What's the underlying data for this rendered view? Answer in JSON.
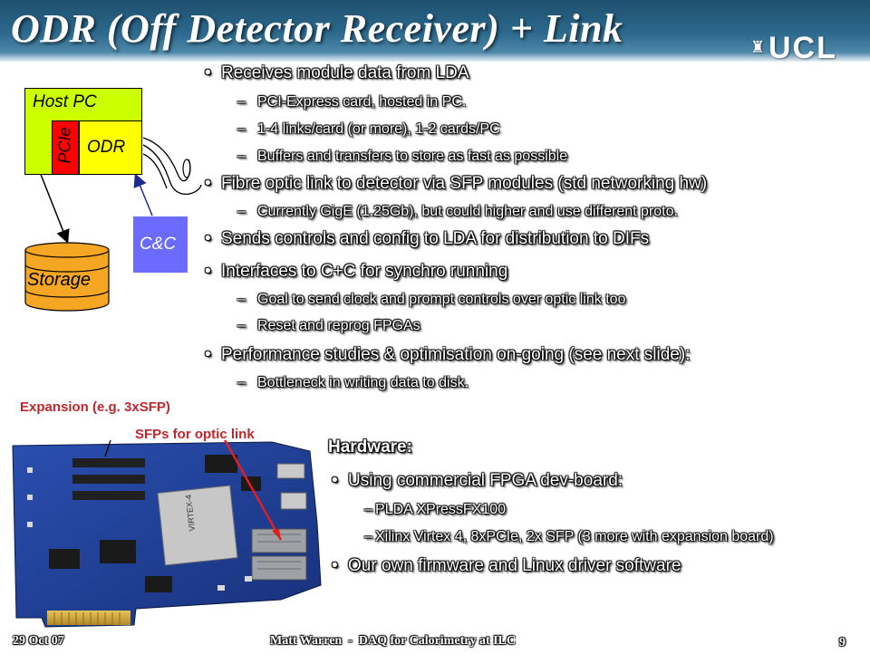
{
  "title": "ODR  (Off Detector Receiver) + Link",
  "logo": {
    "text": "UCL",
    "crest": "♜"
  },
  "diagram": {
    "host_pc": "Host PC",
    "pcie": "PCIe",
    "odr": "ODR",
    "cc": "C&C",
    "storage": "Storage"
  },
  "bullets": [
    {
      "level": 1,
      "text": "Receives module data from LDA"
    },
    {
      "level": 2,
      "text": "PCI-Express card, hosted in PC."
    },
    {
      "level": 2,
      "text": "1-4 links/card (or more), 1-2 cards/PC"
    },
    {
      "level": 2,
      "text": "Buffers and transfers to store as fast as possible"
    },
    {
      "level": 1,
      "text": "Fibre optic link to detector via SFP modules (std networking hw)"
    },
    {
      "level": 2,
      "text": "Currently GigE (1.25Gb), but could higher and use different proto."
    },
    {
      "level": 1,
      "text": "Sends controls and config to LDA for distribution to DIFs"
    },
    {
      "level": 1,
      "text": "Interfaces to C+C for synchro running"
    },
    {
      "level": 2,
      "text": "Goal to send clock and prompt controls over optic link too"
    },
    {
      "level": 2,
      "text": "Reset and reprog FPGAs"
    },
    {
      "level": 1,
      "text": "Performance studies & optimisation on-going (see next slide):"
    },
    {
      "level": 2,
      "text": "Bottleneck in writing data to disk."
    }
  ],
  "hardware": {
    "heading": "Hardware:",
    "b1": "Using commercial FPGA dev-board:",
    "b2a": "PLDA XPressFX100",
    "b2b": "Xilinx Virtex 4, 8xPCIe, 2x SFP (3 more with expansion board)",
    "b3": "Our own firmware and Linux driver software"
  },
  "labels": {
    "expansion": "Expansion (e.g. 3xSFP)",
    "sfps": "SFPs for optic link"
  },
  "footer": {
    "date": "29 Oct 07",
    "center": "Matt Warren  -  DAQ for Calorimetry at ILC",
    "page": "9"
  },
  "colors": {
    "banner": "#2c6a8e",
    "host_pc": "#ccff00",
    "pcie": "#ff0000",
    "odr": "#ffff00",
    "cc": "#6b6bff",
    "storage": "#f5a623",
    "label_red": "#c0272d"
  }
}
